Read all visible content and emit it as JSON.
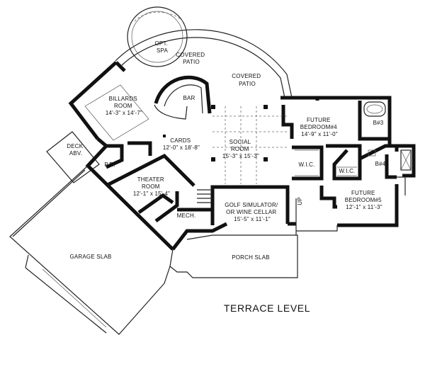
{
  "plan_title": "TERRACE LEVEL",
  "rooms": {
    "opt_spa": [
      "OPT.",
      "SPA"
    ],
    "covered_patio_left": [
      "COVERED",
      "PATIO"
    ],
    "covered_patio_right": [
      "COVERED",
      "PATIO"
    ],
    "bar": [
      "BAR"
    ],
    "billiards": [
      "BILLARDS",
      "ROOM",
      "14'-3\" x 14'-7\""
    ],
    "deck": [
      "DECK",
      "ABV."
    ],
    "cards": [
      "CARDS",
      "12'-0\" x 18'-8\""
    ],
    "social": [
      "SOCIAL",
      "ROOM",
      "15'-3\" x 15'-3\""
    ],
    "future_bed4": [
      "FUTURE",
      "BEDROOM#4",
      "14'-9\" x 11'-0\""
    ],
    "b3": [
      "B#3"
    ],
    "b4": [
      "B#4"
    ],
    "wic_left": [
      "W.I.C."
    ],
    "wic_right": [
      "W.I.C."
    ],
    "future_bed5": [
      "FUTURE",
      "BEDROOM#5",
      "12'-1\" x 11'-3\""
    ],
    "pr": [
      "P.R."
    ],
    "theater": [
      "THEATER",
      "ROOM",
      "12'-1\" x 15'-4\""
    ],
    "mech": [
      "MECH."
    ],
    "golf": [
      "GOLF SIMULATOR/",
      "OR WINE CELLAR",
      "15'-5\" x 11'-1\""
    ],
    "up": [
      "UP"
    ],
    "garage": [
      "GARAGE SLAB"
    ],
    "porch": [
      "PORCH SLAB"
    ]
  }
}
